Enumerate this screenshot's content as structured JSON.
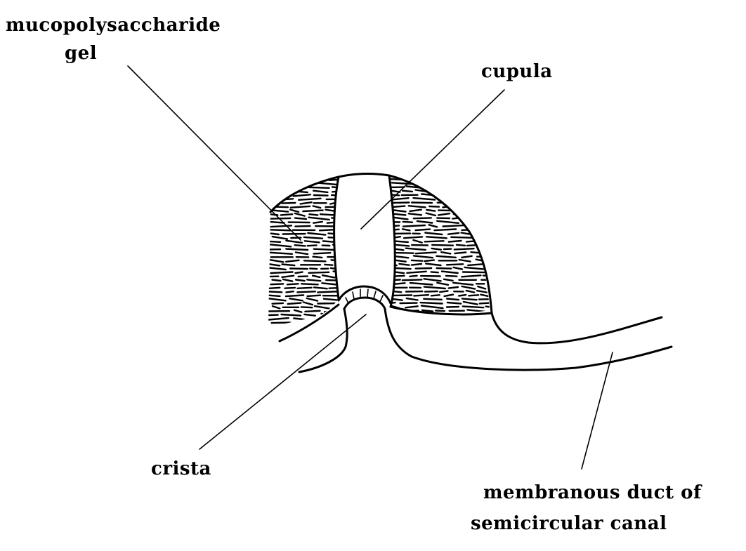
{
  "labels": {
    "gel_line1": "mucopolysaccharide",
    "gel_line2": "gel",
    "cupula": "cupula",
    "crista": "crista",
    "duct_line1": "membranous duct of",
    "duct_line2": "semicircular canal"
  },
  "colors": {
    "ink": "#000000",
    "background": "#ffffff"
  }
}
